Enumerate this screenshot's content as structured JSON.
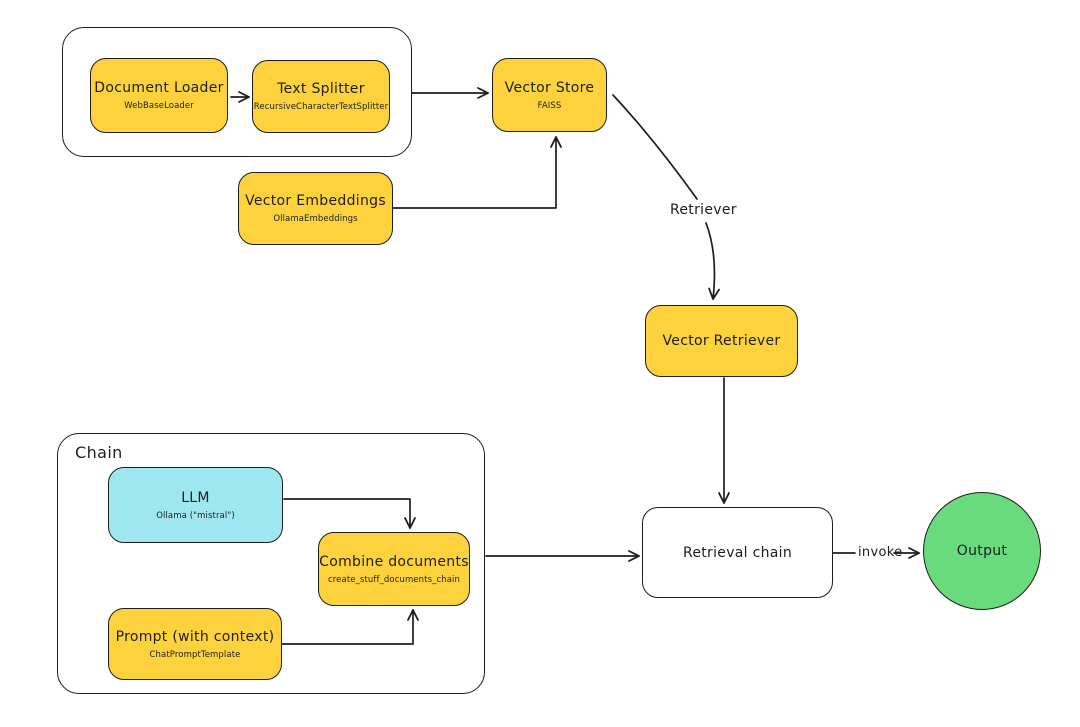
{
  "diagram": {
    "background": "#ffffff",
    "stroke_color": "#1e1e1e",
    "colors": {
      "yellow": "#fdd23c",
      "cyan": "#9fe7f0",
      "green": "#69db7c",
      "white": "#ffffff"
    },
    "groups": {
      "chain": {
        "label": "Chain"
      }
    },
    "nodes": {
      "document_loader": {
        "title": "Document Loader",
        "subtitle": "WebBaseLoader"
      },
      "text_splitter": {
        "title": "Text Splitter",
        "subtitle": "RecursiveCharacterTextSplitter"
      },
      "vector_store": {
        "title": "Vector Store",
        "subtitle": "FAISS"
      },
      "vector_embeddings": {
        "title": "Vector Embeddings",
        "subtitle": "OllamaEmbeddings"
      },
      "vector_retriever": {
        "title": "Vector Retriever"
      },
      "llm": {
        "title": "LLM",
        "subtitle": "Ollama (\"mistral\")"
      },
      "combine_documents": {
        "title": "Combine documents",
        "subtitle": "create_stuff_documents_chain"
      },
      "prompt": {
        "title": "Prompt (with context)",
        "subtitle": "ChatPromptTemplate"
      },
      "retrieval_chain": {
        "title": "Retrieval chain"
      },
      "output": {
        "title": "Output"
      }
    },
    "edge_labels": {
      "retriever": "Retriever",
      "invoke": "invoke"
    }
  }
}
